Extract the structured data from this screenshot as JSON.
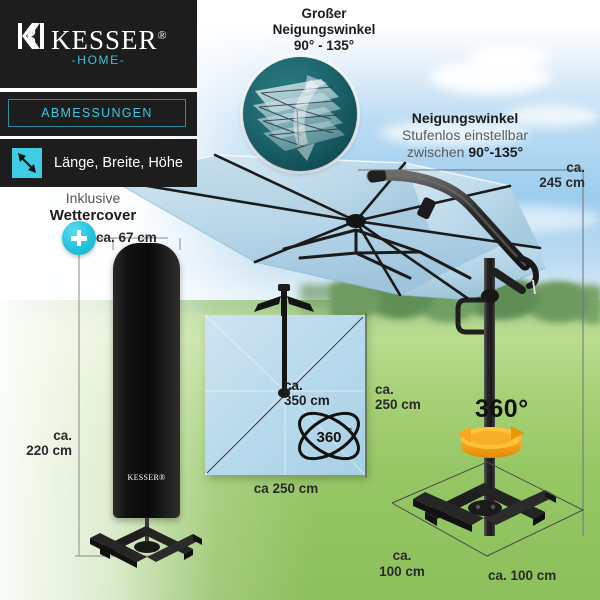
{
  "brand": {
    "name": "KESSER",
    "registered": "®",
    "sub": "-HOME-",
    "logo_icon": "kesser-monogram-icon"
  },
  "banner": {
    "dimensions_label": "ABMESSUNGEN"
  },
  "legend": {
    "icon": "diagonal-arrow-icon",
    "label": "Länge, Breite, Höhe"
  },
  "tilt_inset": {
    "title_line1": "Großer",
    "title_line2": "Neigungswinkel",
    "title_line3": "90° - 135°",
    "icon": "tilt-range-photo-icon"
  },
  "tilt_desc": {
    "line1": "Neigungswinkel",
    "line2": "Stufenlos einstellbar",
    "line3_prefix": "zwischen ",
    "line3_value": "90°-135°"
  },
  "cover": {
    "title_line1": "Inklusive",
    "title_line2": "Wettercover",
    "plus_icon": "plus-badge-icon",
    "width_label": "ca. 67 cm",
    "height_label_line1": "ca.",
    "height_label_line2": "220 cm",
    "logo_text": "KESSER®"
  },
  "topview": {
    "diagonal_line1": "ca.",
    "diagonal_line2": "350 cm",
    "side_bottom_label": "ca 250 cm",
    "side_right_line1": "ca.",
    "side_right_line2": "250 cm",
    "rotation_badge": "360",
    "rotation_badge_deg": "°",
    "orbit_icon": "orbit-360-icon"
  },
  "umbrella": {
    "height_line1": "ca.",
    "height_line2": "245 cm",
    "rotation_label": "360°",
    "rotation_icon": "rotation-ring-icon",
    "base_left_line1": "ca.",
    "base_left_line2": "100 cm",
    "base_bottom_label": "ca. 100 cm"
  },
  "colors": {
    "dark_panel": "#1d1d1d",
    "accent_cyan": "#3ecde4",
    "teal_text": "#3fc6dd",
    "canopy_blue": "#b9d7e8",
    "ring_orange": "#f5a623",
    "grass_green": "#a8d177",
    "sky_blue": "#9ccdee"
  }
}
